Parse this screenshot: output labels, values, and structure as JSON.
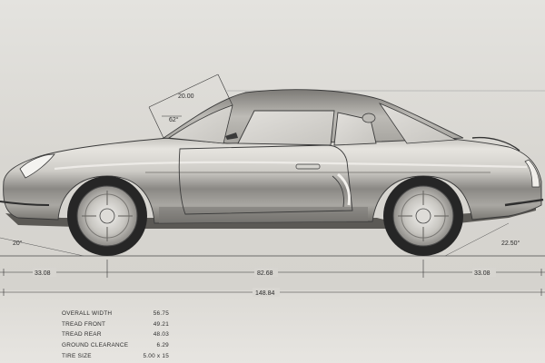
{
  "dimensions": {
    "windshield_length": "20.00",
    "windshield_angle": "62°",
    "approach_angle": "20°",
    "departure_angle": "22.50°",
    "front_overhang": "33.08",
    "wheelbase": "82.68",
    "rear_overhang": "33.08",
    "overall_length": "148.84"
  },
  "specs": [
    {
      "label": "OVERALL WIDTH",
      "value": "56.75"
    },
    {
      "label": "TREAD FRONT",
      "value": "49.21"
    },
    {
      "label": "TREAD REAR",
      "value": "48.03"
    },
    {
      "label": "GROUND CLEARANCE",
      "value": "6.29"
    },
    {
      "label": "TIRE SIZE",
      "value": "5.00 x 15"
    }
  ],
  "colors": {
    "paper": "#dcdad5",
    "ink": "#2a2a2a",
    "body_highlight": "#e6e4df",
    "body_shadow": "#6d6b67",
    "tire": "#262626"
  }
}
